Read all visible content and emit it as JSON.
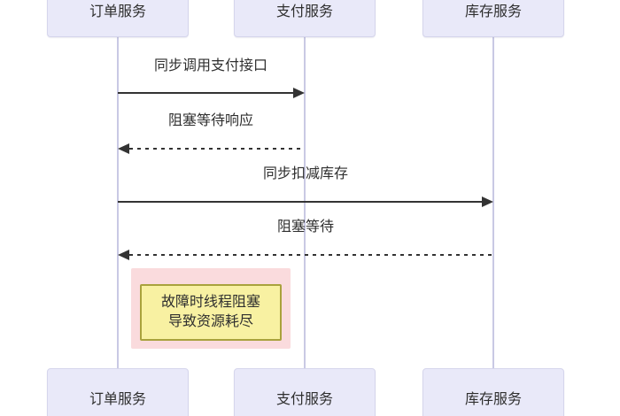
{
  "diagram": {
    "type": "sequence-diagram",
    "actors": [
      {
        "id": "order",
        "label": "订单服务"
      },
      {
        "id": "payment",
        "label": "支付服务"
      },
      {
        "id": "inventory",
        "label": "库存服务"
      }
    ],
    "messages": [
      {
        "label": "同步调用支付接口",
        "from": "order",
        "to": "payment",
        "line": "solid",
        "direction": "right"
      },
      {
        "label": "阻塞等待响应",
        "from": "payment",
        "to": "order",
        "line": "dashed",
        "direction": "left"
      },
      {
        "label": "同步扣减库存",
        "from": "order",
        "to": "inventory",
        "line": "solid",
        "direction": "right"
      },
      {
        "label": "阻塞等待",
        "from": "inventory",
        "to": "order",
        "line": "dashed",
        "direction": "left"
      }
    ],
    "note": {
      "lines": [
        "故障时线程阻塞",
        "导致资源耗尽"
      ]
    },
    "colors": {
      "actor_fill": "#e9e9f9",
      "actor_border": "#d5d5ec",
      "lifeline": "#c9c9e4",
      "message": "#333333",
      "note_fill": "#f8f1a2",
      "note_border": "#a9a23c",
      "note_halo": "#fadbdd",
      "background": "#ffffff"
    }
  }
}
